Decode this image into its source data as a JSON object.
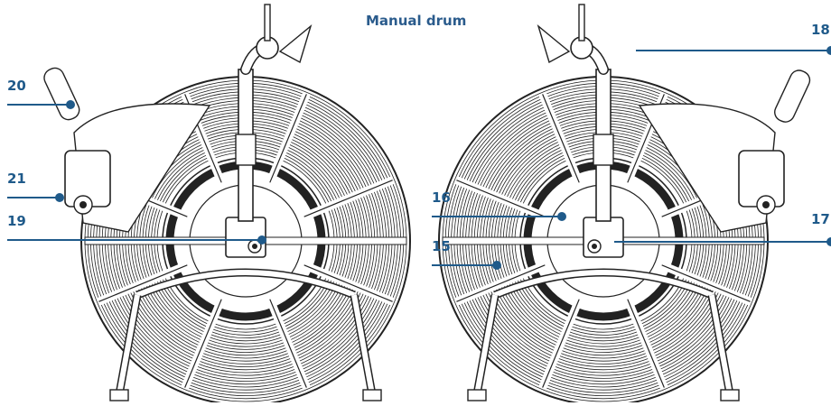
{
  "title": "Manual drum",
  "accent_color": "#1f5a8a",
  "line_color": "#222222",
  "callouts": {
    "c20": "20",
    "c21": "21",
    "c19": "19",
    "c16": "16",
    "c15": "15",
    "c17": "17",
    "c18": "18"
  }
}
